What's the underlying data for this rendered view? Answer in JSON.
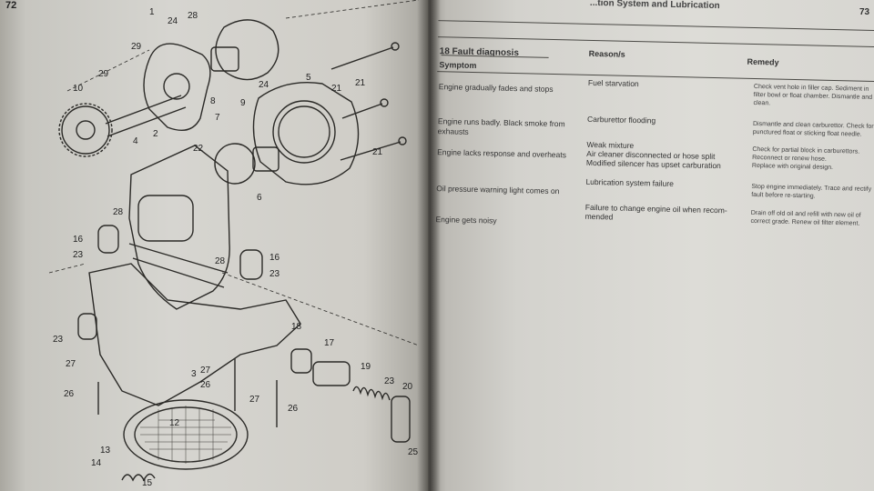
{
  "page_left": {
    "number": "72"
  },
  "page_right": {
    "number": "73"
  },
  "chapter_heading": "...tion System and Lubrication",
  "fault_table": {
    "title": "18 Fault diagnosis",
    "headers": {
      "symptom": "Symptom",
      "reason": "Reason/s",
      "remedy": "Remedy"
    },
    "rows": [
      {
        "symptom": [
          "Engine gradually fades and stops"
        ],
        "reason": [
          "Fuel starvation"
        ],
        "remedy": [
          "Check vent hole in filler cap. Sediment in",
          "filter bowl or float chamber. Dismantle and",
          "clean."
        ]
      },
      {
        "symptom": [
          "Engine runs badly. Black smoke from",
          "exhausts"
        ],
        "reason": [
          "Carburettor flooding"
        ],
        "remedy": [
          "Dismantle and clean carburettor. Check for",
          "punctured float or sticking float needle."
        ]
      },
      {
        "symptom": [
          "Engine lacks response and overheats"
        ],
        "reason": [
          "Weak mixture",
          "Air cleaner disconnected or hose split",
          "Modified silencer has upset carburation"
        ],
        "remedy": [
          "Check for partial block in carburettors.",
          "Reconnect or renew hose.",
          "Replace with original design."
        ]
      },
      {
        "symptom": [
          "Oil pressure warning light comes on"
        ],
        "reason": [
          "Lubrication system failure"
        ],
        "remedy": [
          "Stop engine immediately. Trace and rectify",
          "fault before re-starting."
        ]
      },
      {
        "symptom": [
          "Engine gets noisy"
        ],
        "reason": [
          "Failure to change engine oil when recom-",
          "mended"
        ],
        "remedy": [
          "Drain off old oil and refill with new oil of",
          "correct grade. Renew oil filter element."
        ]
      }
    ]
  },
  "diagram_callouts": [
    "1",
    "28",
    "24",
    "29",
    "8",
    "9",
    "29",
    "10",
    "4",
    "2",
    "5",
    "24",
    "21",
    "21",
    "7",
    "22",
    "21",
    "6",
    "28",
    "16",
    "23",
    "28",
    "16",
    "23",
    "18",
    "23",
    "17",
    "27",
    "12",
    "3",
    "26",
    "19",
    "23",
    "20",
    "27",
    "26",
    "27",
    "26",
    "13",
    "14",
    "25",
    "15"
  ]
}
